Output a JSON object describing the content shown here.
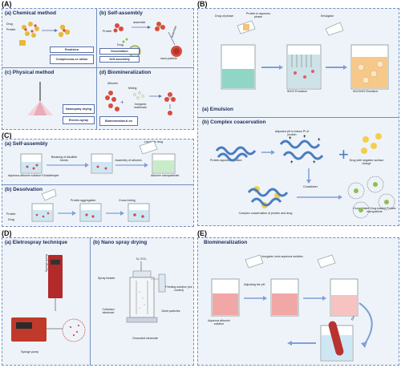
{
  "panels": {
    "A": {
      "letter": "(A)",
      "chemical": {
        "title": "(a) Chemical method",
        "drug": "Drug",
        "protein": "Protein",
        "tags": [
          "Emulsion",
          "Complexcoa-ce ration"
        ]
      },
      "selfassembly": {
        "title": "(b) Self-assembly",
        "protein": "Protein",
        "drug": "Drug",
        "assemble1": "assemble",
        "assemble2": "assemble",
        "nano": "nano-particle",
        "tags": [
          "Desolvation",
          "Self-assembly"
        ]
      },
      "physical": {
        "title": "(c) Physical method",
        "tags": [
          "Nanospray drying",
          "Electro-spray"
        ]
      },
      "biomineral": {
        "title": "(d) Biomineralization",
        "albumin": "Albumin",
        "mixing": "Mixing",
        "inorganic": "Inorganic materoals",
        "tag": "Biomineraliza-ti on"
      }
    },
    "B": {
      "letter": "(B)",
      "drug_oil": "Drug oil phase",
      "protein_aq": "Protein in aqueous phase",
      "emulgator": "Emulgator",
      "w1o": "W1/O Emulsion",
      "w1ow2": "W1/O/W2 Emulsion",
      "emulsion_title": "(a) Emulsion",
      "coacerv_title": "(b) Complex coacervation",
      "adjust_ph": "Adjusted pH to below PI of protein",
      "protein_sol": "Protein aqueous solution",
      "neg_drug": "Drug with negative surface charge",
      "crosslinker": "Crosslinker",
      "complex": "Complex coacervation of protein and drug",
      "crosslinked": "Cross-linked Drug-loaded Protein nanoparticle"
    },
    "C": {
      "letter": "(C)",
      "sa_title": "(a) Self-assembly",
      "lipophilic": "Lipophilic drug",
      "breaking": "Breaking of disulfide bonds",
      "assembly_alb": "Assembly of albumin",
      "aq_albumin": "Aqueous albumin solution+Octaldehyde",
      "alb_nano": "Albumin nanoparticles",
      "desolv_title": "(b) Desolvation",
      "protein_agg": "Protein aggregation",
      "cross_linking": "Cross linking",
      "protein": "Protein",
      "drug": "Drug"
    },
    "D": {
      "letter": "(D)",
      "electro_title": "(a) Eletrospray technique",
      "nano_title": "(b) Nano spray drying",
      "syringe_pump_v": "Syringe pump",
      "syringe_pump": "Syringe pump",
      "n2co2": "N₂ /CO₂",
      "spray_header": "Spray header",
      "feeding": "Feeding solution (ice cooled)",
      "collected": "Collected electrode",
      "dried": "Dried particles",
      "grounded": "Grounded electrode"
    },
    "E": {
      "letter": "(E)",
      "title": "Biomineralization",
      "inorganic": "Inorganic ionic aqueous solution",
      "adjusting": "Adjusting the pH",
      "stir": "Stir",
      "aq_albumin": "Aqueous albumin solution",
      "dialysis": "Dialysis"
    }
  }
}
